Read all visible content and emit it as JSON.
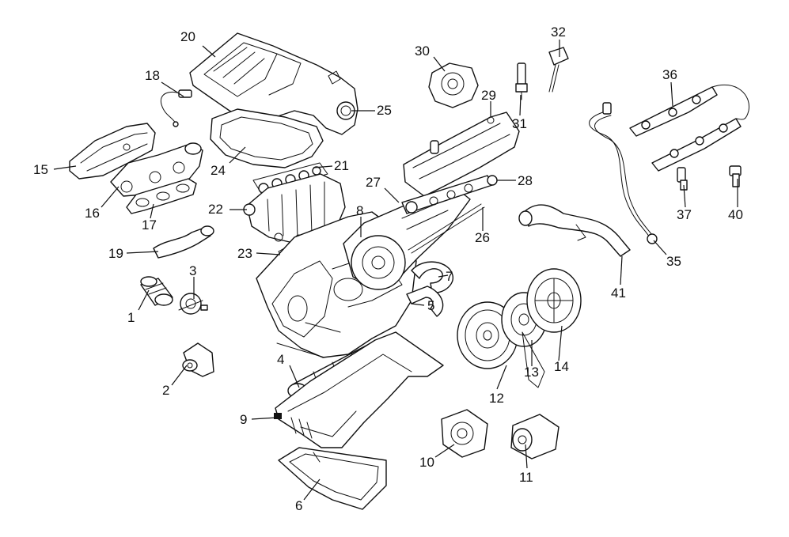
{
  "callouts": [
    {
      "id": "c1",
      "text": "1"
    },
    {
      "id": "c2",
      "text": "2"
    },
    {
      "id": "c3",
      "text": "3"
    },
    {
      "id": "c4",
      "text": "4"
    },
    {
      "id": "c5",
      "text": "5"
    },
    {
      "id": "c6",
      "text": "6"
    },
    {
      "id": "c7",
      "text": "7"
    },
    {
      "id": "c8",
      "text": "8"
    },
    {
      "id": "c9",
      "text": "9"
    },
    {
      "id": "c10",
      "text": "10"
    },
    {
      "id": "c11",
      "text": "11"
    },
    {
      "id": "c12",
      "text": "12"
    },
    {
      "id": "c13",
      "text": "13"
    },
    {
      "id": "c14",
      "text": "14"
    },
    {
      "id": "c15",
      "text": "15"
    },
    {
      "id": "c16",
      "text": "16"
    },
    {
      "id": "c17",
      "text": "17"
    },
    {
      "id": "c18",
      "text": "18"
    },
    {
      "id": "c19",
      "text": "19"
    },
    {
      "id": "c20",
      "text": "20"
    },
    {
      "id": "c21",
      "text": "21"
    },
    {
      "id": "c22",
      "text": "22"
    },
    {
      "id": "c23",
      "text": "23"
    },
    {
      "id": "c24",
      "text": "24"
    },
    {
      "id": "c25",
      "text": "25"
    },
    {
      "id": "c26",
      "text": "26"
    },
    {
      "id": "c27",
      "text": "27"
    },
    {
      "id": "c28",
      "text": "28"
    },
    {
      "id": "c29",
      "text": "29"
    },
    {
      "id": "c30",
      "text": "30"
    },
    {
      "id": "c31",
      "text": "31"
    },
    {
      "id": "c32",
      "text": "32"
    },
    {
      "id": "c35",
      "text": "35"
    },
    {
      "id": "c36",
      "text": "36"
    },
    {
      "id": "c37",
      "text": "37"
    },
    {
      "id": "c40",
      "text": "40"
    },
    {
      "id": "c41",
      "text": "41"
    }
  ]
}
